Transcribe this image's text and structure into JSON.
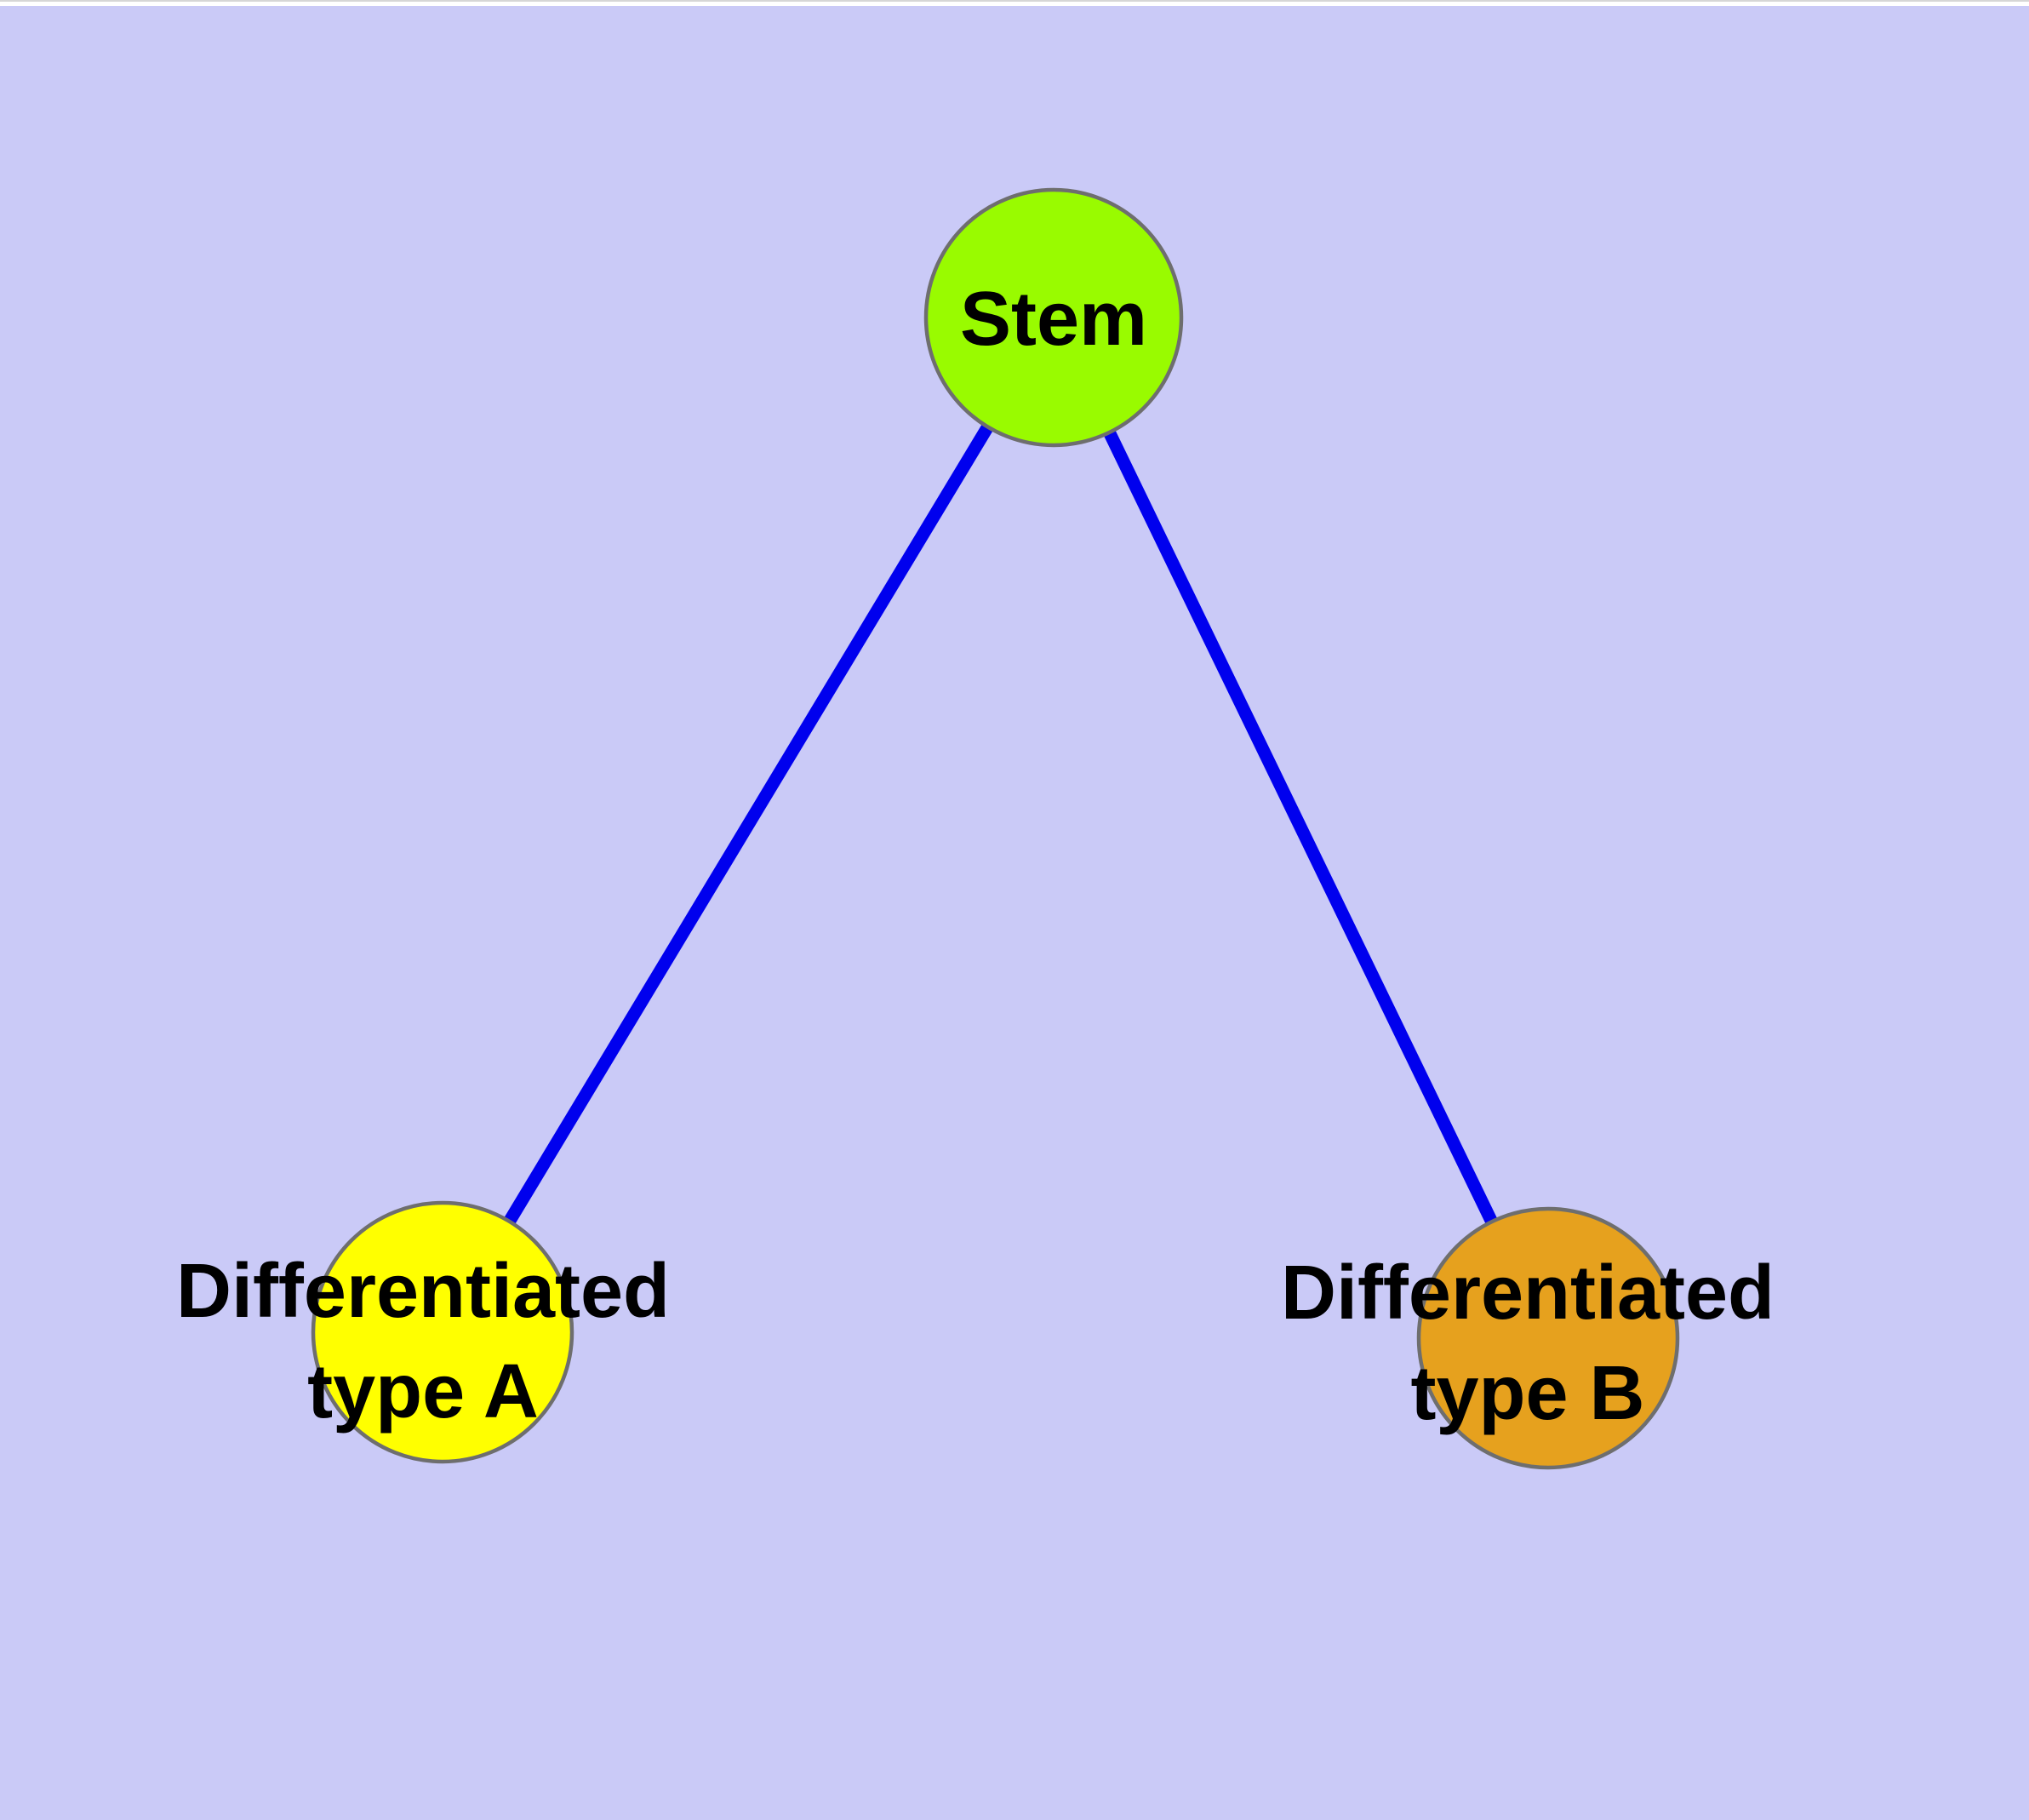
{
  "graph": {
    "background_color": "#CACAF7",
    "top_line_color": "#D6D6D6",
    "top_strip_color": "#FFFFFF",
    "node_border_color": "#6E6E6E",
    "edge_color": "#0000EE",
    "label_color": "#000000",
    "nodes": [
      {
        "id": "stem",
        "label": "Stem",
        "label_lines": [
          "Stem"
        ],
        "fill": "#99FB00"
      },
      {
        "id": "differentiated-type-a",
        "label": "Differentiated type A",
        "label_lines": [
          "Differentiated",
          "type A"
        ],
        "fill": "#FFFF00"
      },
      {
        "id": "differentiated-type-b",
        "label": "Differentiated type B",
        "label_lines": [
          "Differentiated",
          "type B"
        ],
        "fill": "#E6A11E"
      }
    ],
    "edges": [
      {
        "from": "Stem",
        "to": "Differentiated type A"
      },
      {
        "from": "Stem",
        "to": "Differentiated type B"
      }
    ]
  }
}
